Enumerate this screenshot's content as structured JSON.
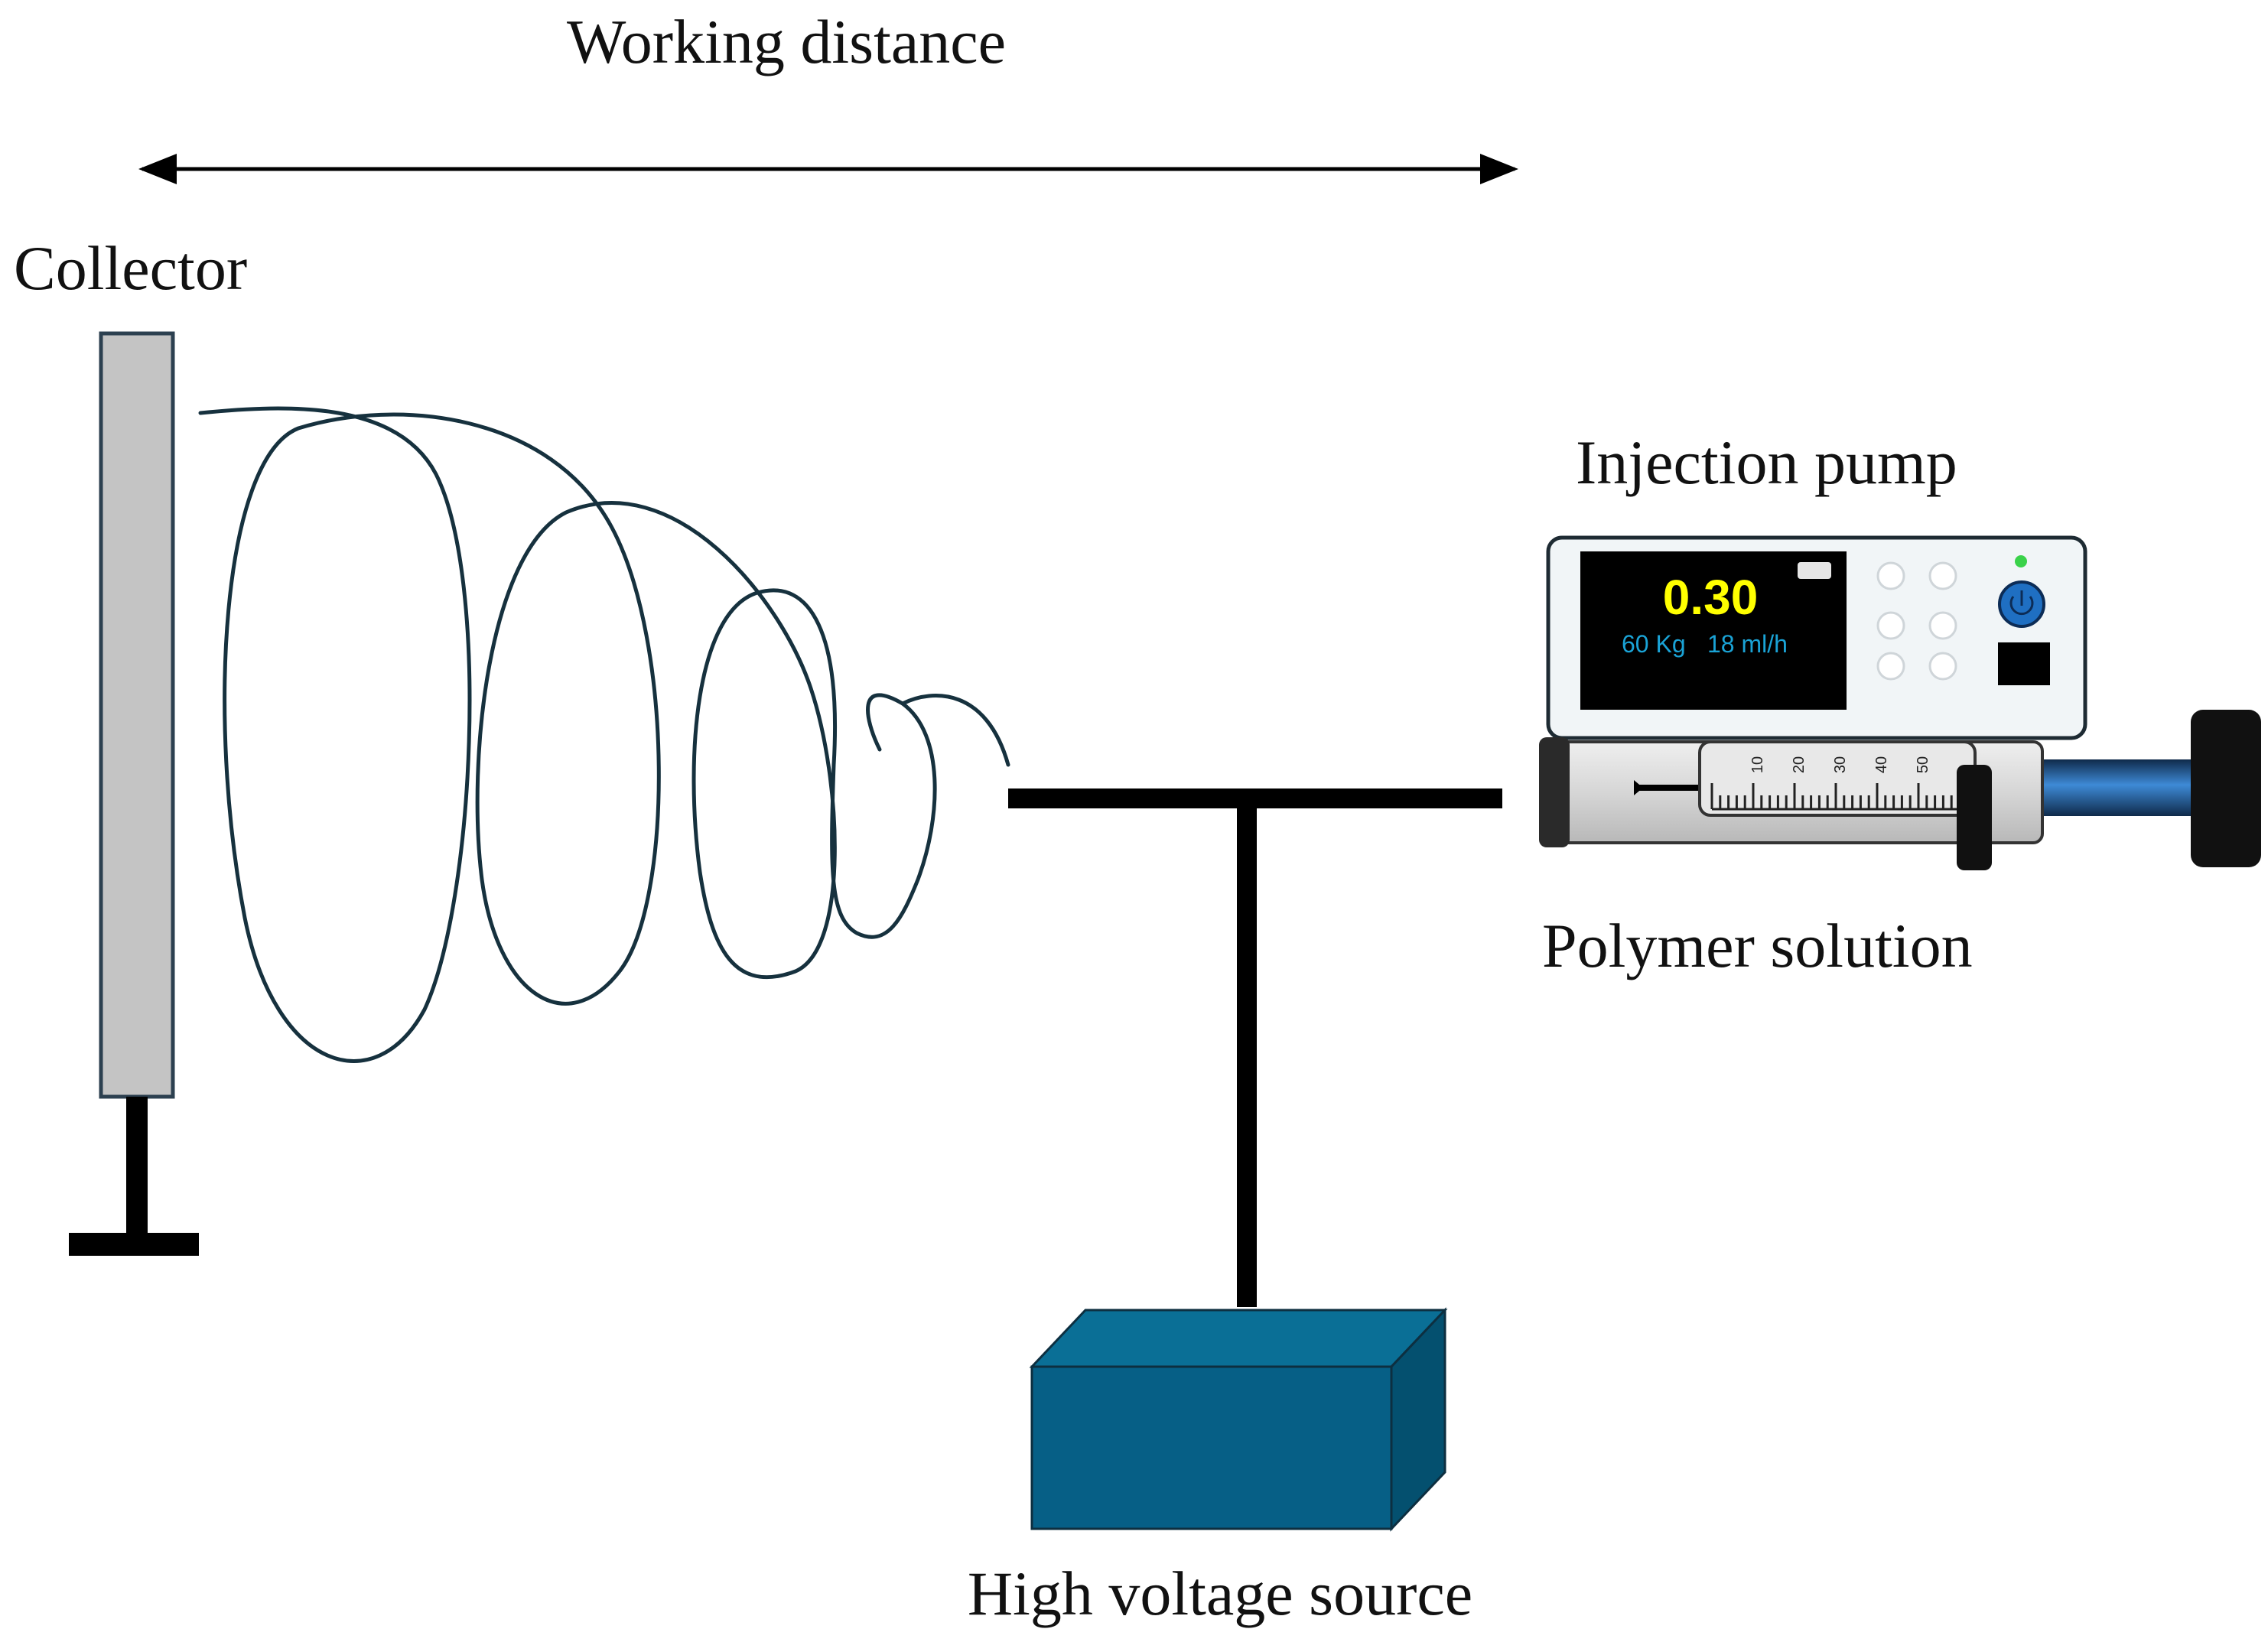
{
  "labels": {
    "working_distance": "Working distance",
    "collector": "Collector",
    "injection_pump": "Injection pump",
    "polymer_solution": "Polymer solution",
    "high_voltage_source": "High voltage source"
  },
  "pump_display": {
    "main_value": "0.30",
    "weight": "60 Kg",
    "rate": "18 ml/h"
  },
  "syringe_scale": [
    "10",
    "20",
    "30",
    "40",
    "50"
  ],
  "colors": {
    "collector_fill": "#c4c4c4",
    "fiber": "#16313e",
    "hv_box_front": "#065f86",
    "hv_box_top": "#0a6f96",
    "hv_box_side": "#04506f",
    "lcd_main": "#ffff00",
    "lcd_sub": "#1aa3d6",
    "power_button": "#1f6fc2",
    "status_led": "#3ad24a"
  }
}
